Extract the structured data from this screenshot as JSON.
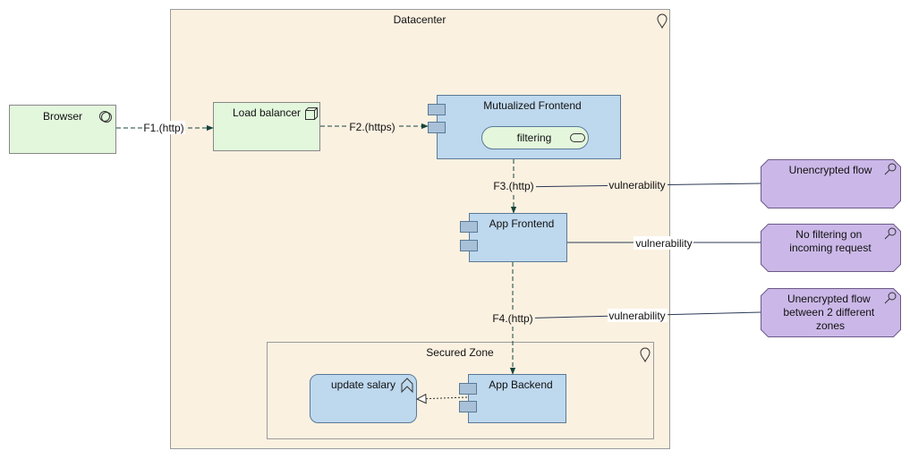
{
  "colors": {
    "location_fill": "#fbf1e1",
    "location_stroke": "#9b9b9b",
    "tech_fill": "#e2f7dc",
    "app_fill": "#bed8ee",
    "app_stroke": "#5a7a96",
    "service_fill": "#e4f7dd",
    "assessment_fill": "#cbb8e8",
    "assessment_stroke": "#6b5a86",
    "flow": "#17443d",
    "line": "#2b3a55"
  },
  "icons": {
    "location": "location-pin-icon",
    "interface": "interface-circle-icon",
    "node": "node-cube-icon",
    "component": "component-icon",
    "service": "service-pill-icon",
    "function": "function-chevron-icon",
    "assessment": "magnifier-icon"
  },
  "groups": {
    "datacenter": "Datacenter",
    "secured_zone": "Secured Zone"
  },
  "elements": {
    "browser": "Browser",
    "load_balancer": "Load balancer",
    "mutualized_frontend": "Mutualized Frontend",
    "filtering": "filtering",
    "app_frontend": "App Frontend",
    "app_backend": "App Backend",
    "update_salary": "update salary"
  },
  "flows": {
    "f1": "F1.(http)",
    "f2": "F2.(https)",
    "f3": "F3.(http)",
    "f4": "F4.(http)"
  },
  "vulnerability_label": "vulnerability",
  "assessments": [
    [
      "Unencrypted flow"
    ],
    [
      "No filtering on",
      "incoming request"
    ],
    [
      "Unencrypted flow",
      "between 2 different",
      "zones"
    ]
  ]
}
